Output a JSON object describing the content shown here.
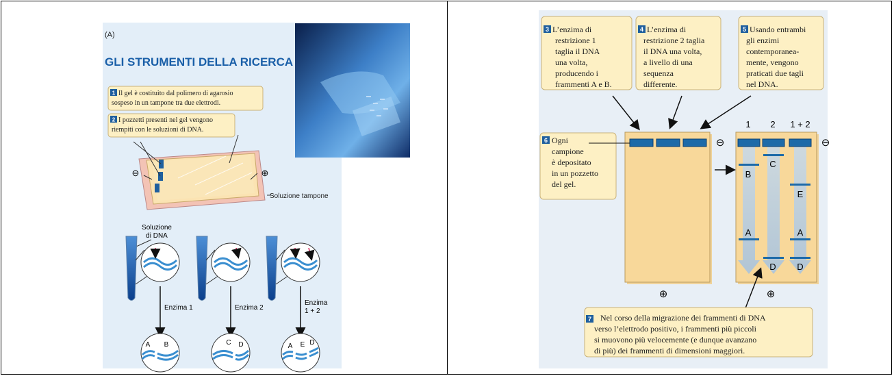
{
  "left": {
    "panel_label": "(A)",
    "title": "GLI STRUMENTI DELLA RICERCA",
    "callout1": {
      "num": "1",
      "line1": "Il gel è costituito dal polimero di agarosio",
      "line2": "sospeso in un tampone tra due elettrodi."
    },
    "callout2": {
      "num": "2",
      "line1": "I pozzetti presenti nel gel vengono",
      "line2": "riempiti con le soluzioni di DNA."
    },
    "minus": "⊖",
    "plus": "⊕",
    "buffer_label": "Soluzione tampone",
    "dna_label_line1": "Soluzione",
    "dna_label_line2": "di DNA",
    "enzyme1": "Enzima 1",
    "enzyme2": "Enzima 2",
    "enzyme3_line1": "Enzima",
    "enzyme3_line2": "1 + 2",
    "frag1": [
      "A",
      "B"
    ],
    "frag2": [
      "C",
      "D"
    ],
    "frag3": [
      "A",
      "E",
      "D"
    ]
  },
  "right": {
    "callout3": {
      "num": "3",
      "lines": [
        "L’enzima di",
        "restrizione 1",
        "taglia il DNA",
        "una volta,",
        "producendo i",
        "frammenti A e B."
      ]
    },
    "callout4": {
      "num": "4",
      "lines": [
        "L’enzima di",
        "restrizione 2 taglia",
        "il DNA una volta,",
        "a livello di una",
        "sequenza",
        "differente."
      ]
    },
    "callout5": {
      "num": "5",
      "lines": [
        "Usando entrambi",
        "gli enzimi",
        "contemporanea-",
        "mente, vengono",
        "praticati due tagli",
        "nel DNA."
      ]
    },
    "callout6": {
      "num": "6",
      "lines": [
        "Ogni",
        "campione",
        "è depositato",
        "in un pozzetto",
        "del gel."
      ]
    },
    "callout7": {
      "num": "7",
      "lines": [
        "Nel corso della migrazione dei frammenti di DNA",
        "verso l’elettrodo positivo, i frammenti più piccoli",
        "si muovono più velocemente (e dunque avanzano",
        "di più) dei frammenti di dimensioni maggiori."
      ]
    },
    "lane_labels": [
      "1",
      "2",
      "1 + 2"
    ],
    "minus": "⊖",
    "plus": "⊕",
    "band_labels": [
      "B",
      "C",
      "E",
      "A",
      "A",
      "D",
      "D"
    ]
  },
  "colors": {
    "gel": "#f8d89a",
    "well": "#1d6aa8",
    "callout_bg": "#fdf0c4",
    "callout_border": "#c9b27a",
    "badge": "#1f5f9e",
    "left_bg": "#e3eef8",
    "title": "#1a5fa8",
    "tray": "#f3c3b5"
  }
}
